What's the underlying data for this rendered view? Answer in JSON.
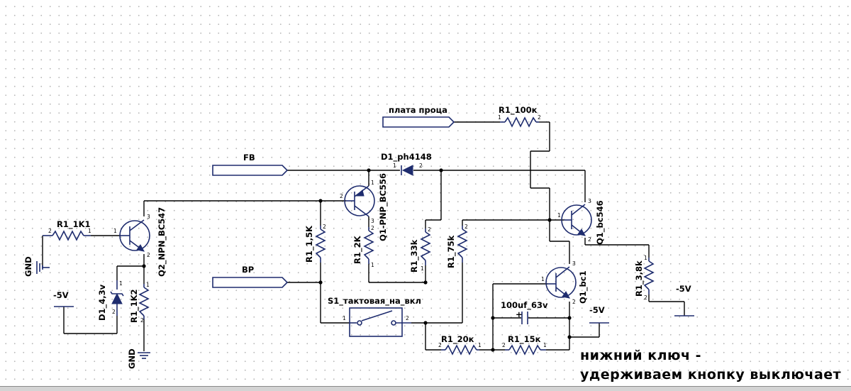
{
  "nets": {
    "fb": "FB",
    "bp": "BP",
    "plata": "плата проца",
    "gnd_left": "GND",
    "gnd_bottom": "GND",
    "m5_left": "-5V",
    "m5_mid": "-5V",
    "m5_right": "-5V"
  },
  "components": {
    "r_1k1": "R1_1K1",
    "d_43v": "D1_4,3v",
    "r_1k2": "R1_1K2",
    "q2": "Q2_NPN_BC547",
    "r_15k": "R1_1,5K",
    "r_2k": "R1_2K",
    "q1_pnp": "Q1-PNP_BC556",
    "d_4148": "D1_ph4148",
    "r_33k": "R1_33k",
    "r_75k": "R1_75k",
    "r_100k": "R1_100к",
    "q1_546": "Q1_bc546",
    "q1_bc1": "Q1_bc1",
    "r_38k": "R1_3,8k",
    "cap": "100uf_63v",
    "switch": "S1_тактовая_на_вкл",
    "r_20k": "R1_20к",
    "r_15k_b": "R1_15к"
  },
  "note": {
    "line1": "нижний ключ -",
    "line2": "удерживаем кнопку выключает"
  },
  "pins": {
    "p1": "1",
    "p2": "2",
    "p3": "3",
    "plus": "+"
  }
}
